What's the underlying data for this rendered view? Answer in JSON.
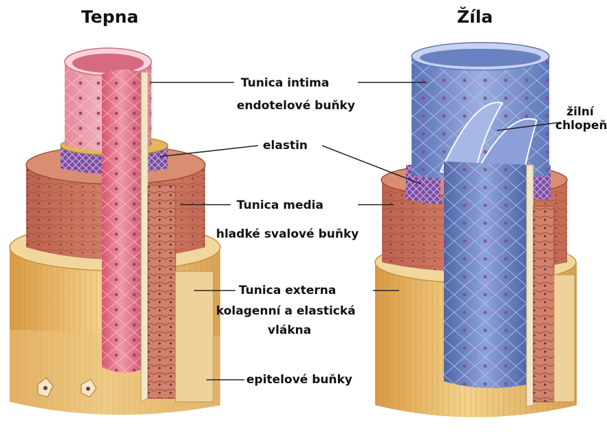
{
  "titles": {
    "artery": "Tepna",
    "vein": "Žíla"
  },
  "labels": {
    "tunica_intima": "Tunica intima",
    "endothelial_cells": "endotelové buňky",
    "valve_line1": "žilní",
    "valve_line2": "chlopeň",
    "elastin": "elastin",
    "tunica_media": "Tunica media",
    "smooth_muscle": "hladké svalové buňky",
    "tunica_externa": "Tunica externa",
    "fibers_line1": "kolagenní a elastická",
    "fibers_line2": "vlákna",
    "epithelial_cells": "epitelové buňky"
  },
  "colors": {
    "intima_artery": "#e58d9c",
    "intima_vein": "#6f86c4",
    "elastin": "#7a4c9e",
    "media": "#c96e55",
    "externa": "#e8bd6d",
    "nucleus": "#8a3a6a"
  }
}
